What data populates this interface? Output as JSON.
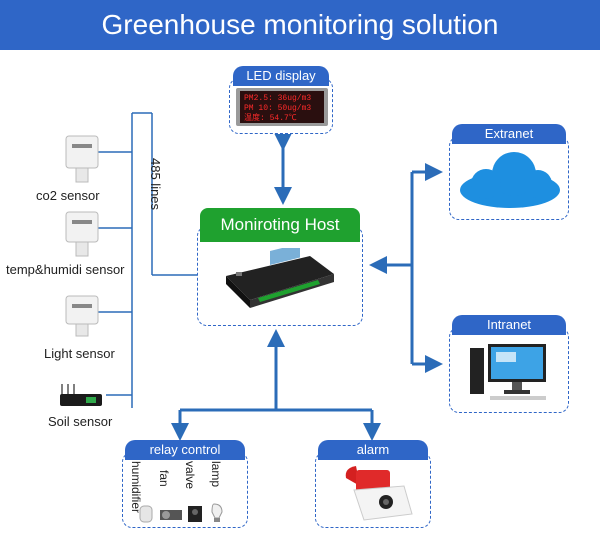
{
  "title": "Greenhouse monitoring solution",
  "led_display": {
    "label": "LED display",
    "lines": [
      "PM2.5: 36ug/m3",
      "PM 10: 50ug/m3",
      "温度: 54.7℃"
    ]
  },
  "host": {
    "label": "Moniroting Host"
  },
  "extranet": {
    "label": "Extranet"
  },
  "intranet": {
    "label": "Intranet"
  },
  "bus": {
    "label": "485 lines"
  },
  "sensors": [
    {
      "label": "co2 sensor"
    },
    {
      "label": "temp&humidi sensor"
    },
    {
      "label": "Light sensor"
    },
    {
      "label": "Soil sensor"
    }
  ],
  "relay": {
    "label": "relay control",
    "devices": [
      "humidifier",
      "fan",
      "valve",
      "lamp"
    ]
  },
  "alarm": {
    "label": "alarm"
  },
  "colors": {
    "primary": "#2f66c7",
    "host": "#1fa12f",
    "arrow": "#2b6cb8"
  }
}
